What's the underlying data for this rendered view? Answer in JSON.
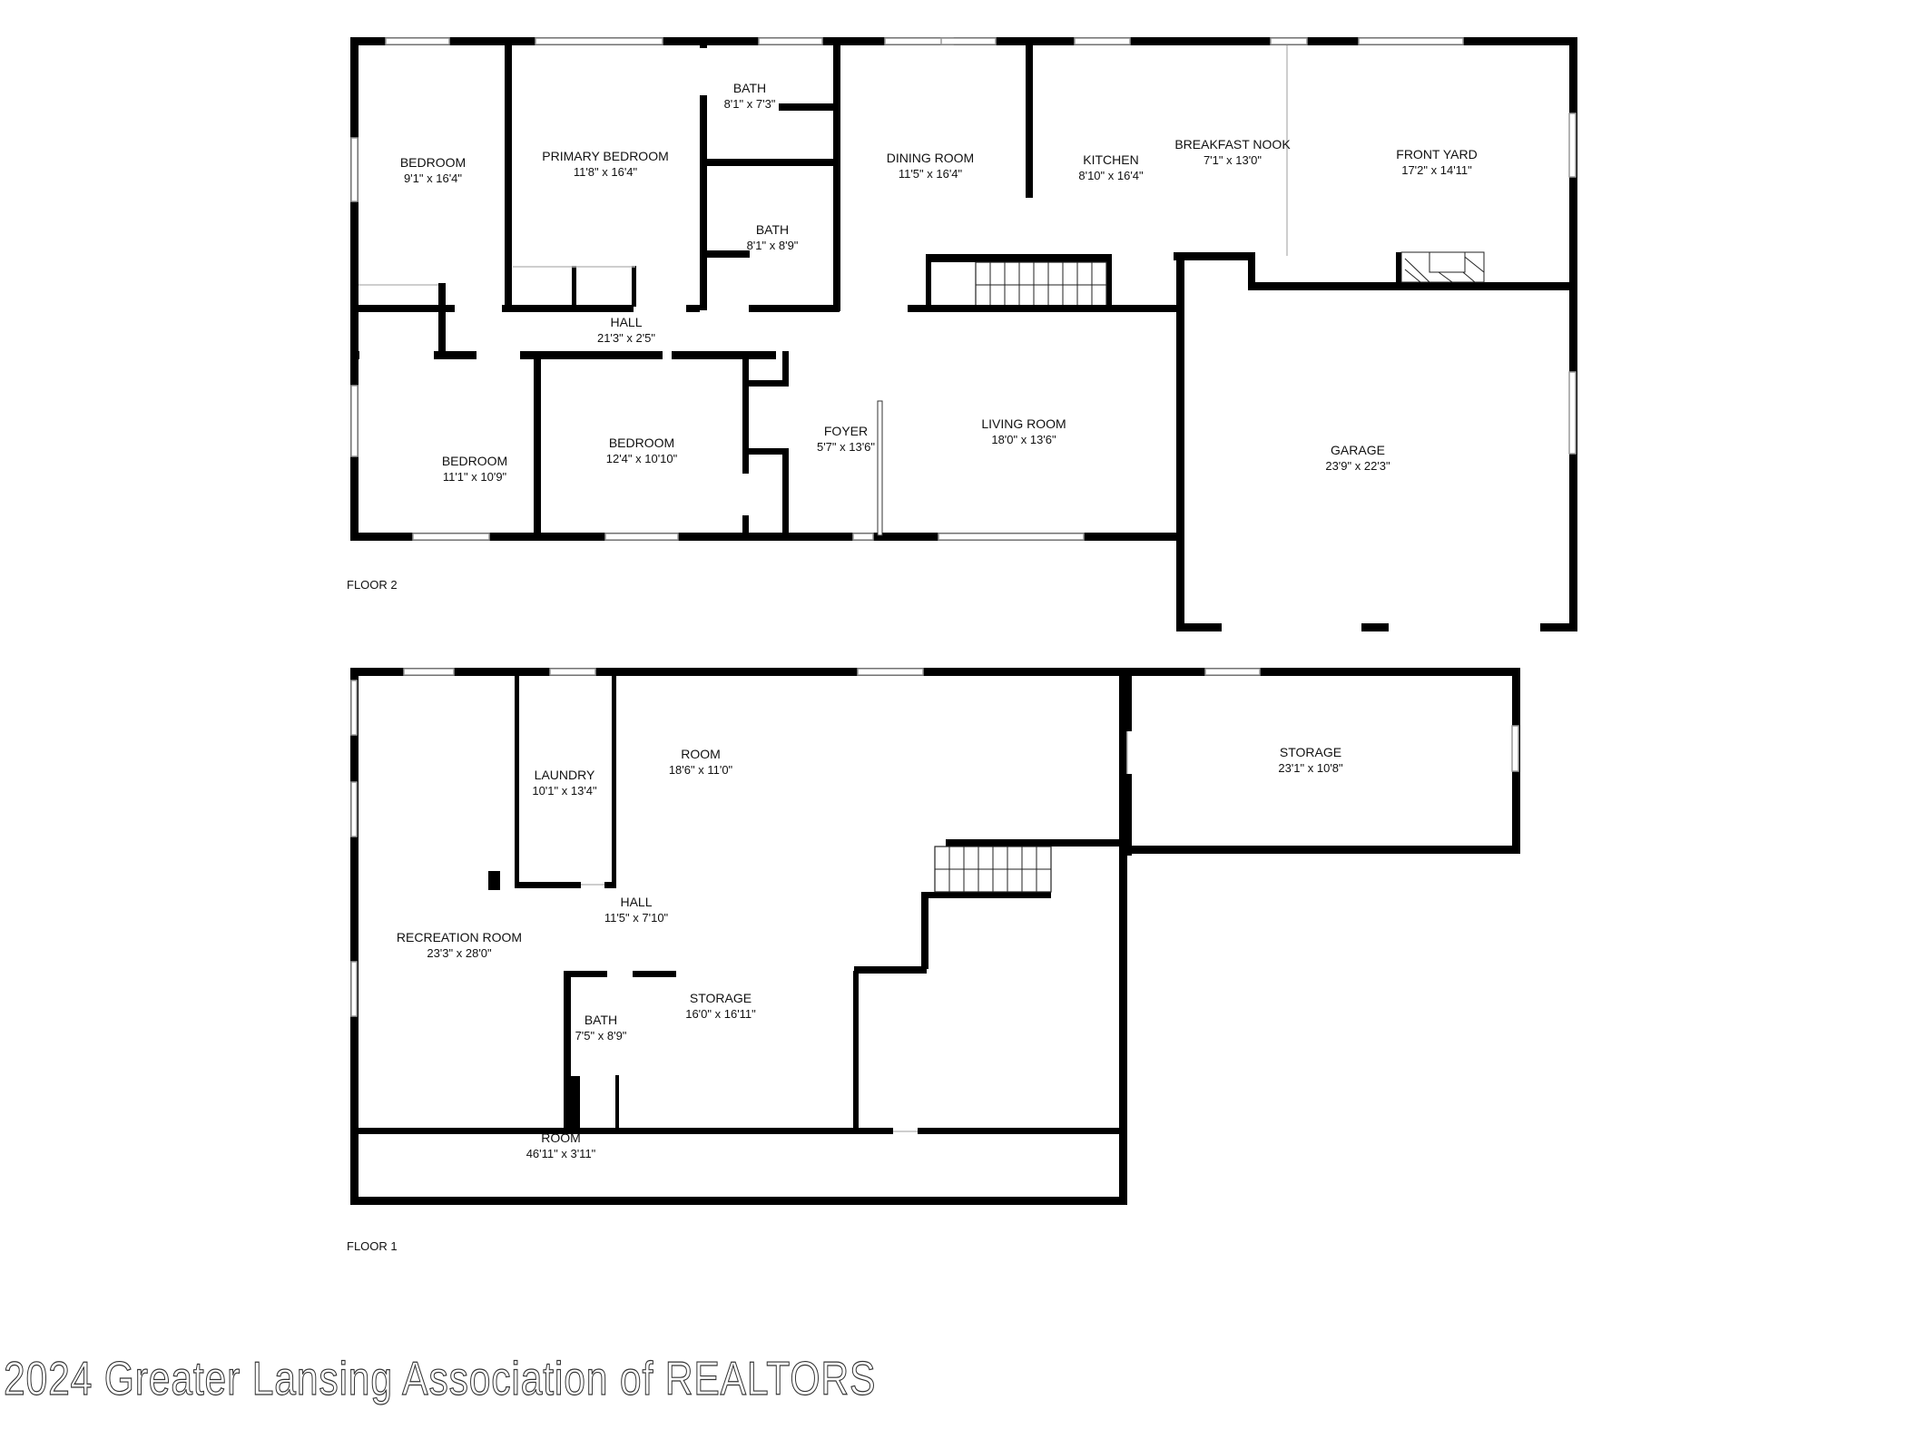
{
  "floor2": {
    "label": "FLOOR 2",
    "rooms": [
      {
        "name": "BEDROOM",
        "dims": "9'1\" x 16'4\""
      },
      {
        "name": "PRIMARY BEDROOM",
        "dims": "11'8\" x 16'4\""
      },
      {
        "name": "BATH",
        "dims": "8'1\" x 7'3\""
      },
      {
        "name": "BATH",
        "dims": "8'1\" x 8'9\""
      },
      {
        "name": "DINING ROOM",
        "dims": "11'5\" x 16'4\""
      },
      {
        "name": "KITCHEN",
        "dims": "8'10\" x 16'4\""
      },
      {
        "name": "BREAKFAST NOOK",
        "dims": "7'1\" x 13'0\""
      },
      {
        "name": "FRONT YARD",
        "dims": "17'2\" x 14'11\""
      },
      {
        "name": "HALL",
        "dims": "21'3\" x 2'5\""
      },
      {
        "name": "BEDROOM",
        "dims": "11'1\" x 10'9\""
      },
      {
        "name": "BEDROOM",
        "dims": "12'4\" x 10'10\""
      },
      {
        "name": "FOYER",
        "dims": "5'7\" x 13'6\""
      },
      {
        "name": "LIVING ROOM",
        "dims": "18'0\" x 13'6\""
      },
      {
        "name": "GARAGE",
        "dims": "23'9\" x 22'3\""
      }
    ]
  },
  "floor1": {
    "label": "FLOOR 1",
    "rooms": [
      {
        "name": "LAUNDRY",
        "dims": "10'1\" x 13'4\""
      },
      {
        "name": "ROOM",
        "dims": "18'6\" x 11'0\""
      },
      {
        "name": "STORAGE",
        "dims": "23'1\" x 10'8\""
      },
      {
        "name": "HALL",
        "dims": "11'5\" x 7'10\""
      },
      {
        "name": "RECREATION ROOM",
        "dims": "23'3\" x 28'0\""
      },
      {
        "name": "BATH",
        "dims": "7'5\" x 8'9\""
      },
      {
        "name": "STORAGE",
        "dims": "16'0\" x 16'11\""
      },
      {
        "name": "ROOM",
        "dims": "46'11\" x 3'11\""
      }
    ]
  },
  "watermark": "2024 Greater Lansing Association of REALTORS",
  "colors": {
    "wall": "#000000",
    "background": "#ffffff",
    "window": "#9a9a9a"
  }
}
